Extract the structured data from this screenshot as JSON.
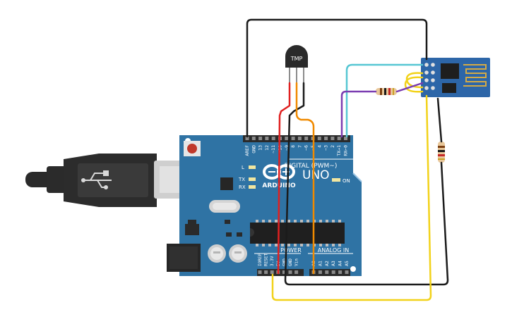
{
  "board": {
    "logo_text": "ARDUINO",
    "model": "UNO",
    "digital_label": "DIGITAL (PWM~)",
    "power_label": "POWER",
    "analog_label": "ANALOG IN",
    "on_label": "ON",
    "led_l": "L",
    "led_tx": "TX",
    "led_rx": "RX",
    "digital_pins": [
      "AREF",
      "GND",
      "13",
      "12",
      "~11",
      "~10",
      "~9",
      "8",
      "7",
      "~6",
      "~5",
      "4",
      "~3",
      "2",
      "TX→1",
      "RX←0"
    ],
    "power_pins": [
      "IOREF",
      "RESET",
      "3.3V",
      "5V",
      "GND",
      "GND",
      "Vin"
    ],
    "analog_pins": [
      "A0",
      "A1",
      "A2",
      "A3",
      "A4",
      "A5"
    ]
  },
  "sensor": {
    "label": "TMP"
  },
  "colors": {
    "board": "#2f73a4",
    "wire_black": "#1b1b1b",
    "wire_red": "#e02020",
    "wire_orange": "#f08a00",
    "wire_yellow": "#f2d21a",
    "wire_cyan": "#57c7d3",
    "wire_purple": "#7b3db1"
  }
}
